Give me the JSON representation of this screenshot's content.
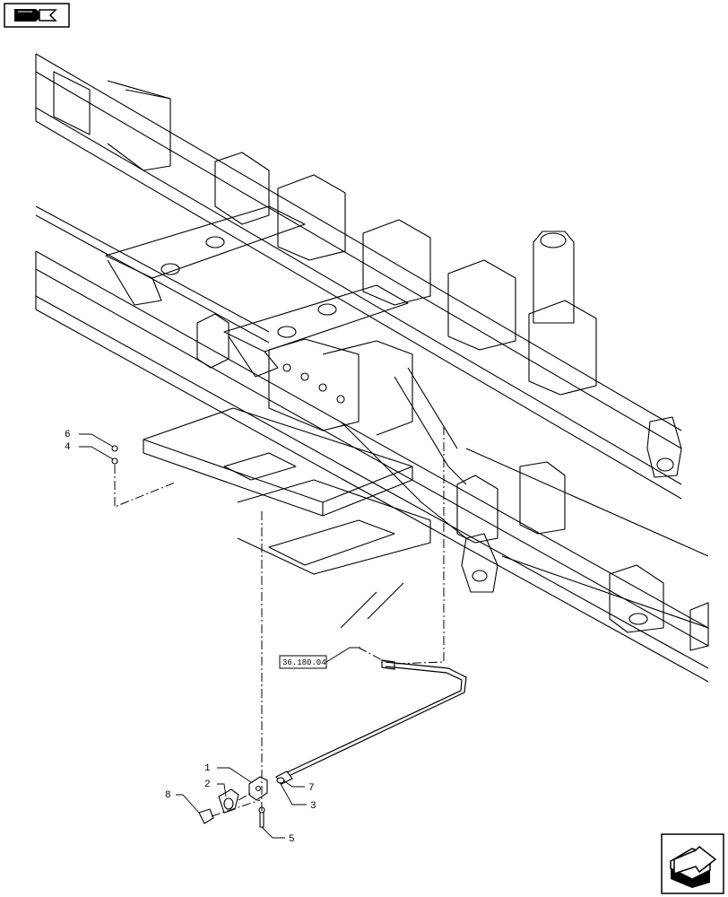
{
  "nav": {
    "top_icon": "book-arrow-icon",
    "bottom_icon": "next-page-arrow-icon"
  },
  "callouts": [
    {
      "id": "c1",
      "text": "1"
    },
    {
      "id": "c2",
      "text": "2"
    },
    {
      "id": "c3",
      "text": "3"
    },
    {
      "id": "c4",
      "text": "4"
    },
    {
      "id": "c5",
      "text": "5"
    },
    {
      "id": "c6",
      "text": "6"
    },
    {
      "id": "c7",
      "text": "7"
    },
    {
      "id": "c8",
      "text": "8"
    }
  ],
  "reference_box": {
    "text": "36.180.04"
  }
}
